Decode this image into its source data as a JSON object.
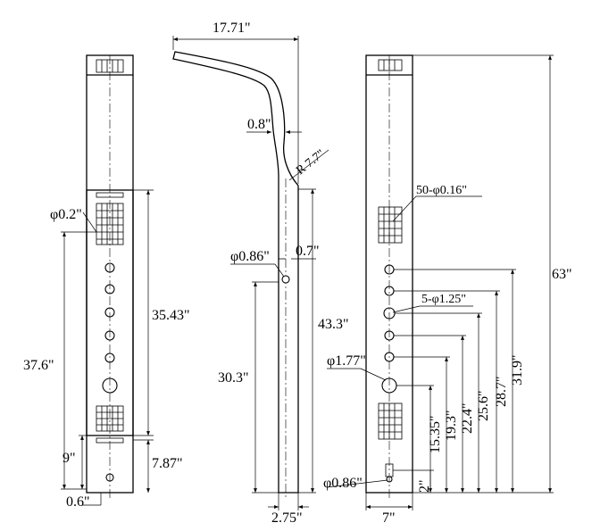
{
  "front_view": {
    "nozzle_dia": "φ0.2\"",
    "panel_height": "35.43\"",
    "jet_height": "37.6\"",
    "base_height": "9\"",
    "base_panel": "7.87\"",
    "bottom_offset": "0.6\""
  },
  "side_view": {
    "arm_length": "17.71\"",
    "arm_thickness": "0.8\"",
    "bend_radius": "R 7.7\"",
    "outlet_dia": "φ0.86\"",
    "outlet_offset": "0.7\"",
    "body_height": "43.3\"",
    "outlet_height": "30.3\"",
    "depth": "2.75\""
  },
  "rear_view": {
    "rain_holes": "50-φ0.16\"",
    "jets": "5-φ1.25\"",
    "large_outlet": "φ1.77\"",
    "total_height": "63\"",
    "h_jet1": "31.9\"",
    "h_jet2": "28.7\"",
    "h_jet3": "25.6\"",
    "h_jet4": "22.4\"",
    "h_large": "19.3\"",
    "h_lower": "15.35\"",
    "h_bottom": "2\"",
    "bottom_outlet": "φ0.86\"",
    "width": "7\""
  }
}
